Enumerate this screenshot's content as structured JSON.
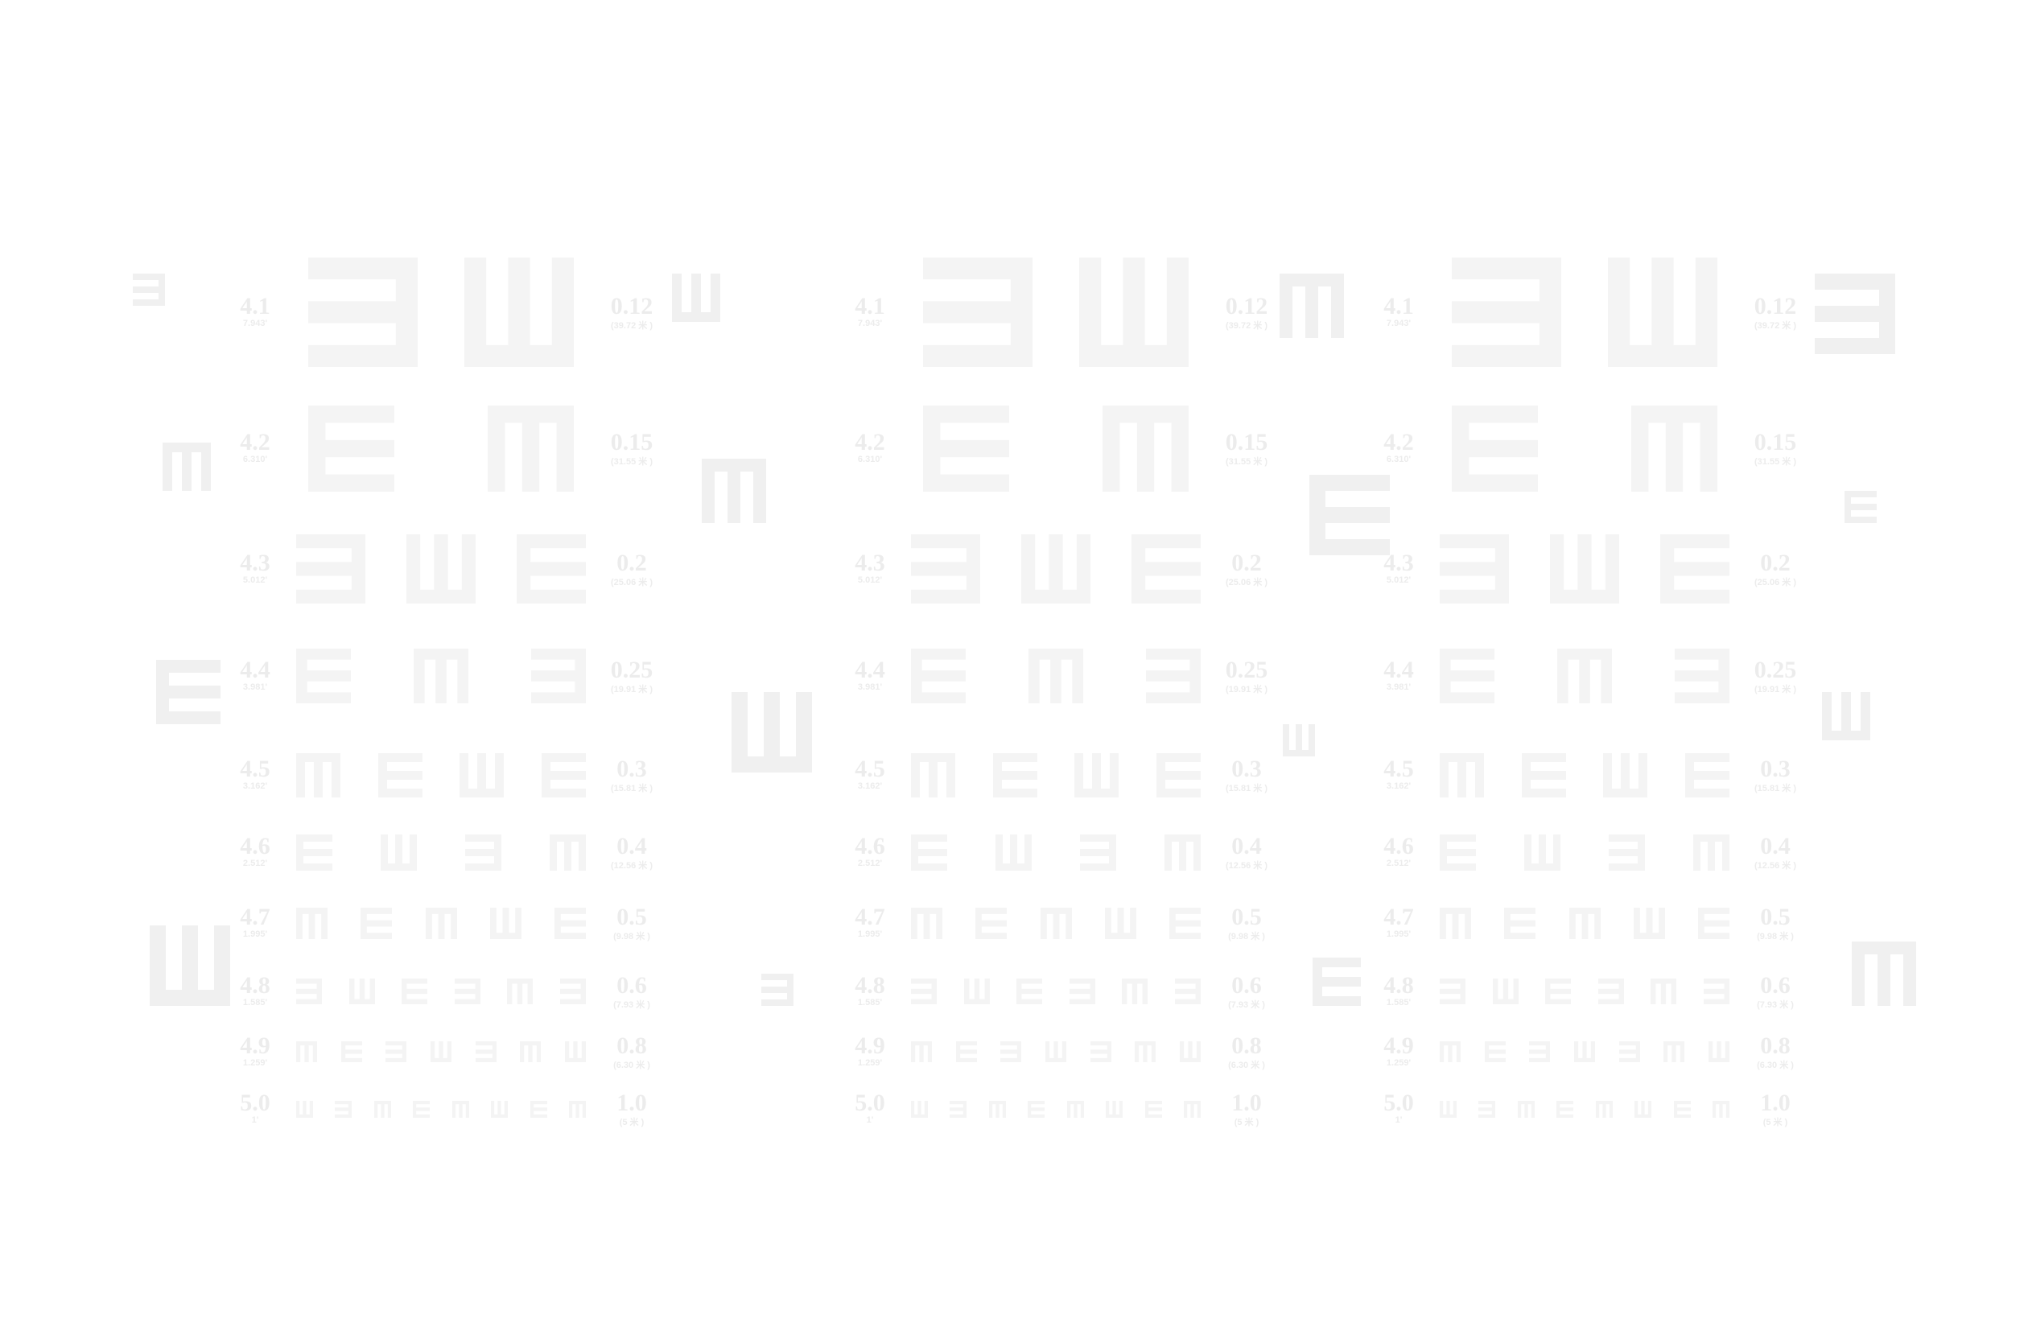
{
  "colors": {
    "letter": "#f4f4f4",
    "label": "#ececec",
    "fragment": "#f0f0f0"
  },
  "direction_legend": {
    "E": "opening-right",
    "3": "opening-left",
    "W": "opening-up",
    "M": "opening-down"
  },
  "rows": [
    {
      "logmar": "4.1",
      "angle": "7.943'",
      "decimal": "0.12",
      "distance": "(39.72 米 )",
      "letters": [
        "3",
        "W"
      ]
    },
    {
      "logmar": "4.2",
      "angle": "6.310'",
      "decimal": "0.15",
      "distance": "(31.55 米 )",
      "letters": [
        "E",
        "M"
      ]
    },
    {
      "logmar": "4.3",
      "angle": "5.012'",
      "decimal": "0.2",
      "distance": "(25.06 米 )",
      "letters": [
        "3",
        "W",
        "E"
      ]
    },
    {
      "logmar": "4.4",
      "angle": "3.981'",
      "decimal": "0.25",
      "distance": "(19.91 米 )",
      "letters": [
        "E",
        "M",
        "3"
      ]
    },
    {
      "logmar": "4.5",
      "angle": "3.162'",
      "decimal": "0.3",
      "distance": "(15.81 米 )",
      "letters": [
        "M",
        "E",
        "W",
        "E"
      ]
    },
    {
      "logmar": "4.6",
      "angle": "2.512'",
      "decimal": "0.4",
      "distance": "(12.56 米 )",
      "letters": [
        "E",
        "W",
        "3",
        "M"
      ]
    },
    {
      "logmar": "4.7",
      "angle": "1.995'",
      "decimal": "0.5",
      "distance": "(9.98 米 )",
      "letters": [
        "M",
        "E",
        "M",
        "W",
        "E"
      ]
    },
    {
      "logmar": "4.8",
      "angle": "1.585'",
      "decimal": "0.6",
      "distance": "(7.93 米 )",
      "letters": [
        "3",
        "W",
        "E",
        "3",
        "M",
        "3"
      ]
    },
    {
      "logmar": "4.9",
      "angle": "1.259'",
      "decimal": "0.8",
      "distance": "(6.30 米 )",
      "letters": [
        "M",
        "E",
        "3",
        "W",
        "3",
        "M",
        "W"
      ]
    },
    {
      "logmar": "5.0",
      "angle": "1'",
      "decimal": "1.0",
      "distance": "(5 米 )",
      "letters": [
        "W",
        "3",
        "M",
        "E",
        "M",
        "W",
        "E",
        "M"
      ]
    }
  ],
  "chart_copies": 3,
  "fragments": [
    "3",
    "M",
    "E",
    "W",
    "W",
    "M",
    "W",
    "3",
    "M",
    "E",
    "W",
    "E",
    "3",
    "E",
    "W",
    "M"
  ]
}
